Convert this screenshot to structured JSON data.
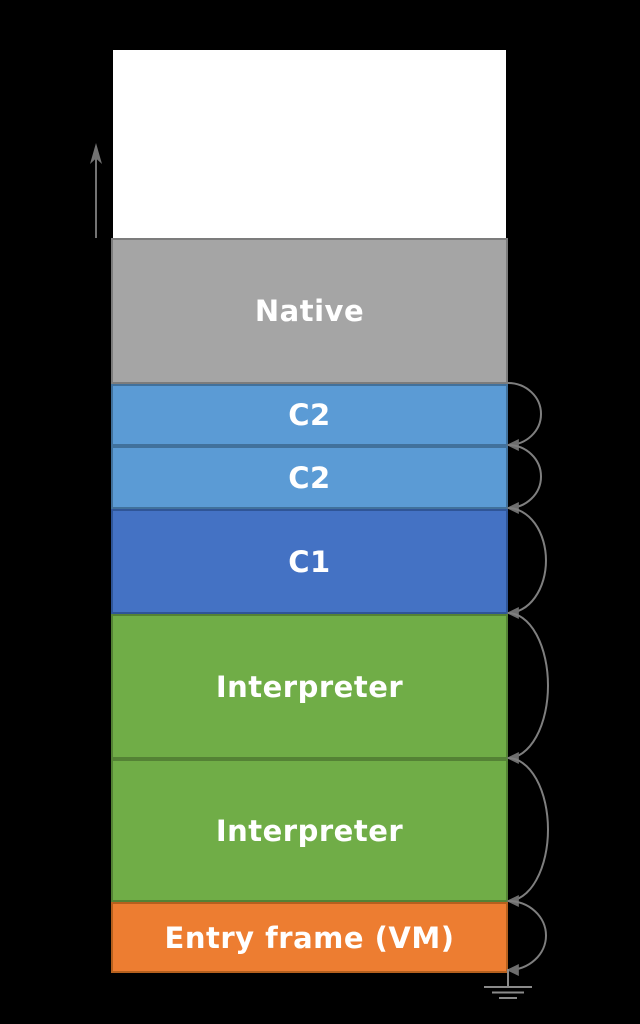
{
  "diagram": {
    "background_color": "#000000",
    "free_block": {
      "fill": "#FFFFFF"
    },
    "frames": [
      {
        "label": "Native",
        "fill": "#A5A5A5",
        "border": "#7C7C7C",
        "text_color": "#FFFFFF"
      },
      {
        "label": "C2",
        "fill": "#5B9BD5",
        "border": "#41719C",
        "text_color": "#FFFFFF"
      },
      {
        "label": "C2",
        "fill": "#5B9BD5",
        "border": "#41719C",
        "text_color": "#FFFFFF"
      },
      {
        "label": "C1",
        "fill": "#4472C4",
        "border": "#2F5597",
        "text_color": "#FFFFFF"
      },
      {
        "label": "Interpreter",
        "fill": "#70AD47",
        "border": "#548235",
        "text_color": "#FFFFFF"
      },
      {
        "label": "Interpreter",
        "fill": "#70AD47",
        "border": "#548235",
        "text_color": "#FFFFFF"
      },
      {
        "label": "Entry frame (VM)",
        "fill": "#ED7D31",
        "border": "#B5601E",
        "text_color": "#FFFFFF"
      }
    ],
    "icons": {
      "growth_arrow": "up-arrow",
      "return_arrows": "curved-down-arrows",
      "ground": "earth-ground-symbol"
    },
    "arrow_color": "#7F7F7F",
    "arrowhead_color": "#6E6E6E"
  }
}
